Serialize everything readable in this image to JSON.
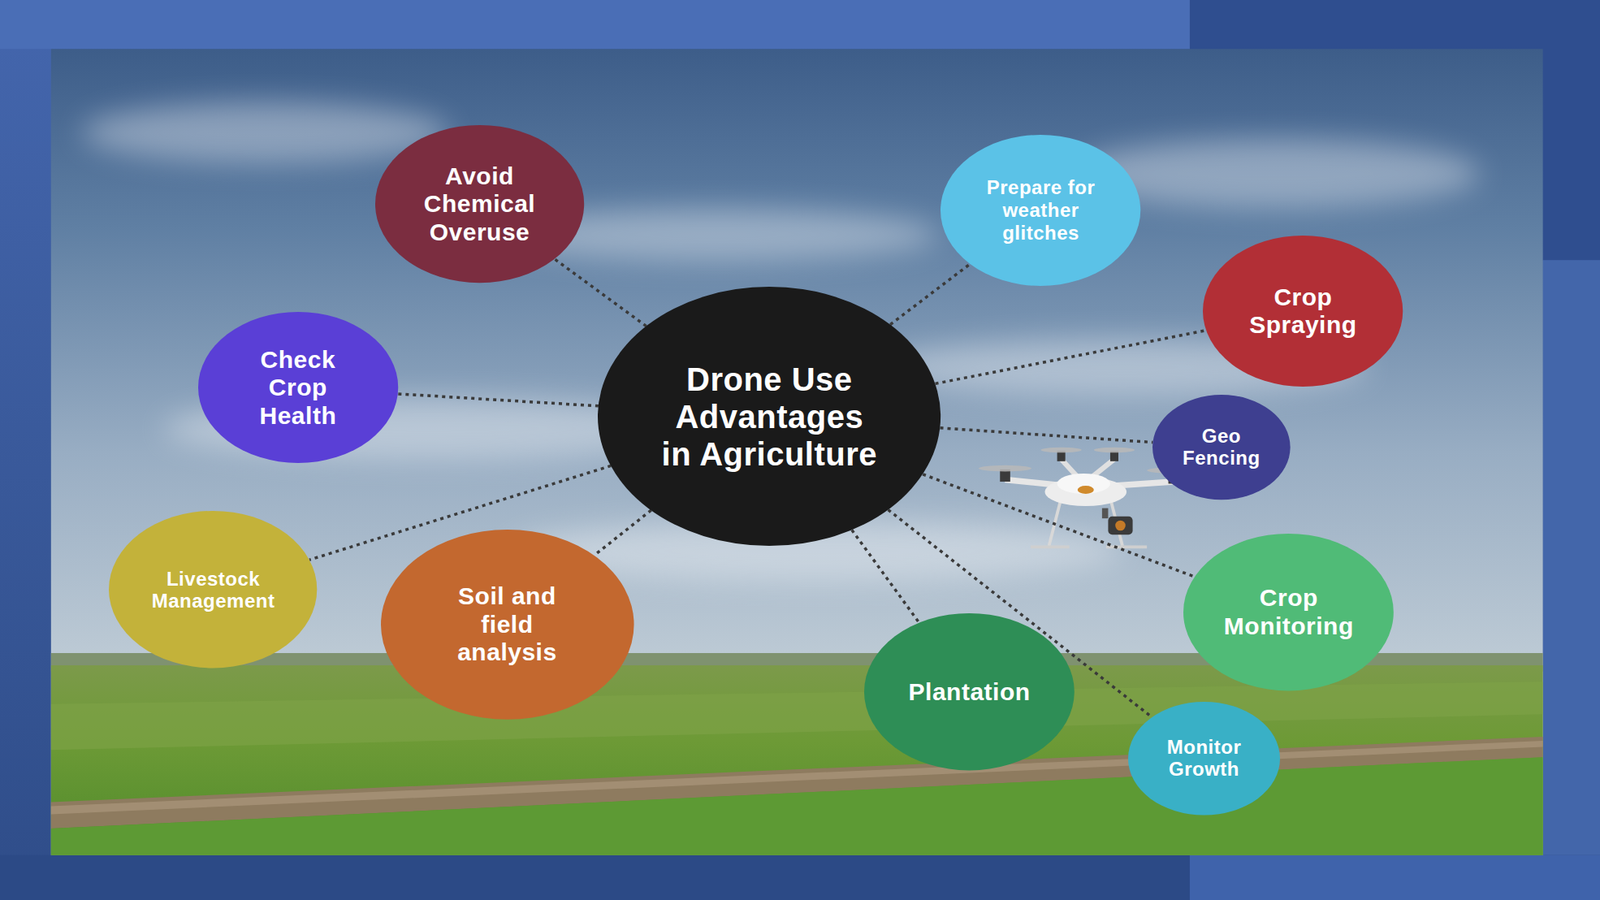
{
  "diagram": {
    "nodes": [
      {
        "text": [
          "Drone Use Advantages in Agriculture"
        ]
      },
      {
        "text": [
          "Avoid Chemical Overuse"
        ]
      },
      {
        "text": [
          "Prepare for weather glitches"
        ]
      },
      {
        "text": [
          "Crop Spraying"
        ]
      },
      {
        "text": [
          "Check Crop Health"
        ]
      },
      {
        "text": [
          "Geo Fencing"
        ]
      },
      {
        "text": [
          "Livestock Management"
        ]
      },
      {
        "text": [
          "Soil and field analysis"
        ]
      },
      {
        "text": [
          "Crop Monitoring"
        ]
      },
      {
        "text": [
          "Plantation"
        ]
      },
      {
        "text": [
          "Monitor Growth"
        ]
      }
    ],
    "edges": [
      {
        "from": 0,
        "to": 1,
        "arrow": "none"
      },
      {
        "from": 0,
        "to": 2,
        "arrow": "none"
      },
      {
        "from": 0,
        "to": 3,
        "arrow": "none"
      },
      {
        "from": 0,
        "to": 4,
        "arrow": "none"
      },
      {
        "from": 0,
        "to": 5,
        "arrow": "none"
      },
      {
        "from": 0,
        "to": 6,
        "arrow": "none"
      },
      {
        "from": 0,
        "to": 7,
        "arrow": "none"
      },
      {
        "from": 0,
        "to": 8,
        "arrow": "none"
      },
      {
        "from": 0,
        "to": 9,
        "arrow": "none"
      },
      {
        "from": 0,
        "to": 10,
        "arrow": "none"
      }
    ]
  }
}
